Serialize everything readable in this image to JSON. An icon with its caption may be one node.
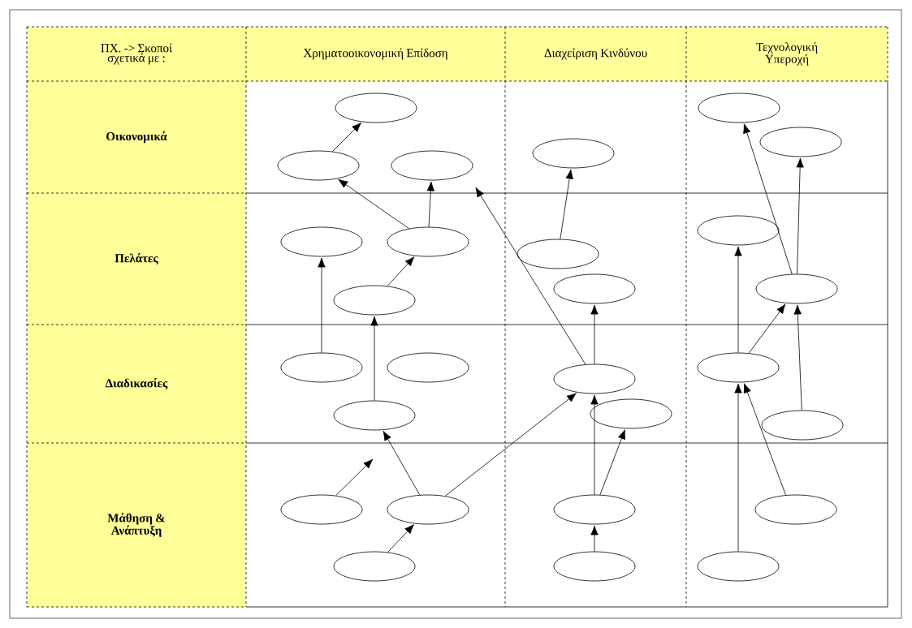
{
  "diagram": {
    "nodes": [
      {
        "text": [],
        "shape": "ellipse"
      },
      {
        "text": [],
        "shape": "ellipse"
      },
      {
        "text": [],
        "shape": "ellipse"
      },
      {
        "text": [],
        "shape": "ellipse"
      },
      {
        "text": [],
        "shape": "ellipse"
      },
      {
        "text": [],
        "shape": "ellipse"
      },
      {
        "text": [],
        "shape": "ellipse"
      },
      {
        "text": [],
        "shape": "ellipse"
      },
      {
        "text": [],
        "shape": "ellipse"
      },
      {
        "text": [],
        "shape": "ellipse"
      },
      {
        "text": [],
        "shape": "ellipse"
      },
      {
        "text": [],
        "shape": "ellipse"
      },
      {
        "text": [],
        "shape": "ellipse"
      },
      {
        "text": [],
        "shape": "ellipse"
      },
      {
        "text": [],
        "shape": "ellipse"
      },
      {
        "text": [],
        "shape": "ellipse"
      },
      {
        "text": [],
        "shape": "ellipse"
      },
      {
        "text": [],
        "shape": "ellipse"
      },
      {
        "text": [],
        "shape": "ellipse"
      },
      {
        "text": [],
        "shape": "ellipse"
      },
      {
        "text": [],
        "shape": "ellipse"
      },
      {
        "text": [],
        "shape": "ellipse"
      },
      {
        "text": [],
        "shape": "ellipse"
      },
      {
        "text": [],
        "shape": "ellipse"
      },
      {
        "text": [],
        "shape": "ellipse"
      },
      {
        "text": [],
        "shape": "ellipse"
      },
      {
        "text": [],
        "shape": "ellipse"
      }
    ],
    "edges": [
      {
        "from": 1,
        "to": 0,
        "arrow": "to"
      },
      {
        "from": 4,
        "to": 1,
        "arrow": "to"
      },
      {
        "from": 4,
        "to": 2,
        "arrow": "to"
      },
      {
        "from": 15,
        "to": null,
        "arrow": "to"
      },
      {
        "from": 5,
        "to": 4,
        "arrow": "to"
      },
      {
        "from": 6,
        "to": 3,
        "arrow": "to"
      },
      {
        "from": 8,
        "to": 5,
        "arrow": "to"
      },
      {
        "from": 9,
        "to": null,
        "arrow": "to"
      },
      {
        "from": 10,
        "to": 8,
        "arrow": "to"
      },
      {
        "from": 11,
        "to": 10,
        "arrow": "to"
      },
      {
        "from": 10,
        "to": 15,
        "arrow": "to"
      },
      {
        "from": 13,
        "to": 12,
        "arrow": "to"
      },
      {
        "from": 15,
        "to": 14,
        "arrow": "to"
      },
      {
        "from": 17,
        "to": 15,
        "arrow": "to"
      },
      {
        "from": 17,
        "to": 16,
        "arrow": "to"
      },
      {
        "from": 18,
        "to": 17,
        "arrow": "to"
      },
      {
        "from": 22,
        "to": 19,
        "arrow": "to"
      },
      {
        "from": 22,
        "to": 20,
        "arrow": "to"
      },
      {
        "from": 23,
        "to": 21,
        "arrow": "to"
      },
      {
        "from": 23,
        "to": 22,
        "arrow": "to"
      },
      {
        "from": 24,
        "to": 22,
        "arrow": "to"
      },
      {
        "from": 25,
        "to": 23,
        "arrow": "to"
      },
      {
        "from": 26,
        "to": 23,
        "arrow": "to"
      }
    ],
    "labels": [
      "ΠΧ. -> Σκοποί σχετικά με :",
      "Χρηματοοικονομική Επίδοση",
      "Διαχείριση Κινδύνου",
      "Τεχνολογική Υπεροχή",
      "Οικονομικά",
      "Πελάτες",
      "Διαδικασίες",
      "Μάθηση & Ανάπτυξη"
    ]
  }
}
